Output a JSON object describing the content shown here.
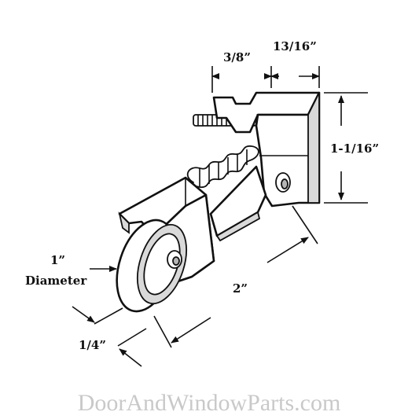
{
  "dimensions": {
    "top_left": "3/8”",
    "top_right": "13/16”",
    "height": "1-1/16”",
    "length": "2”",
    "diameter_value": "1”",
    "diameter_word": "Diameter",
    "width": "1/4”"
  },
  "watermark": "DoorAndWindowParts.com"
}
